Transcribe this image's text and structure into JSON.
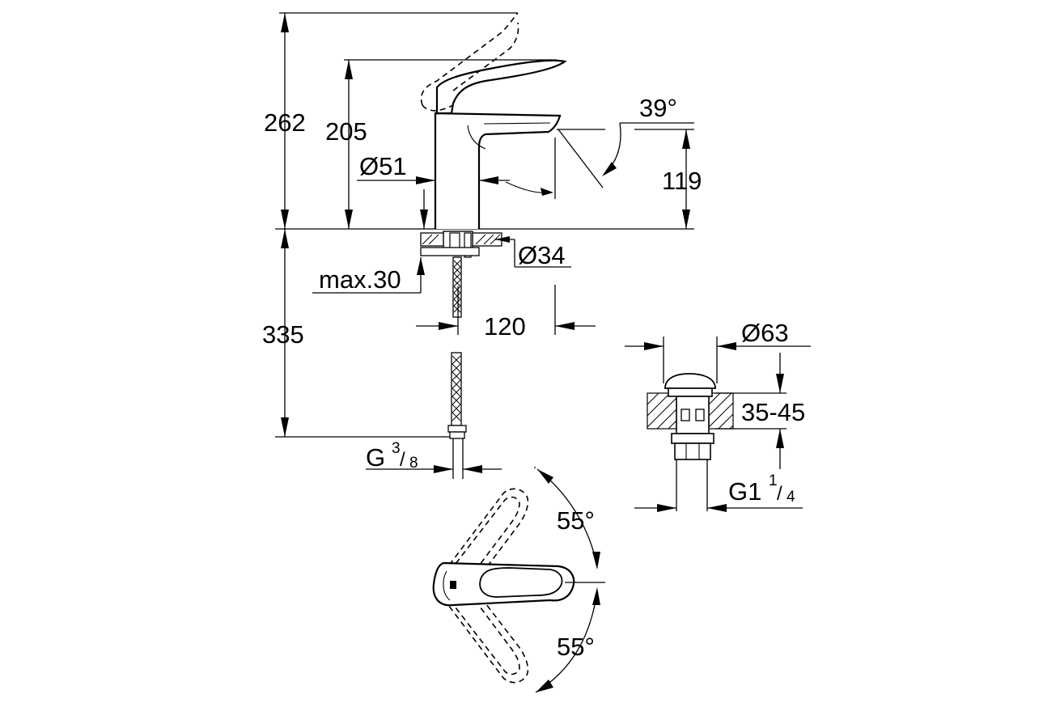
{
  "dimensions": {
    "total_height": "262",
    "spout_height": "205",
    "body_diameter": "Ø51",
    "lever_angle": "39°",
    "outlet_height": "119",
    "hole_diameter": "Ø34",
    "deck_thickness": "max.30",
    "hose_length": "335",
    "projection": "120",
    "connection_thread": "G",
    "connection_num": "3",
    "connection_den": "8",
    "waste_diameter": "Ø63",
    "basin_thickness": "35-45",
    "waste_thread": "G1",
    "waste_num": "1",
    "waste_den": "4",
    "rotation_left": "55°",
    "rotation_right": "55°"
  }
}
